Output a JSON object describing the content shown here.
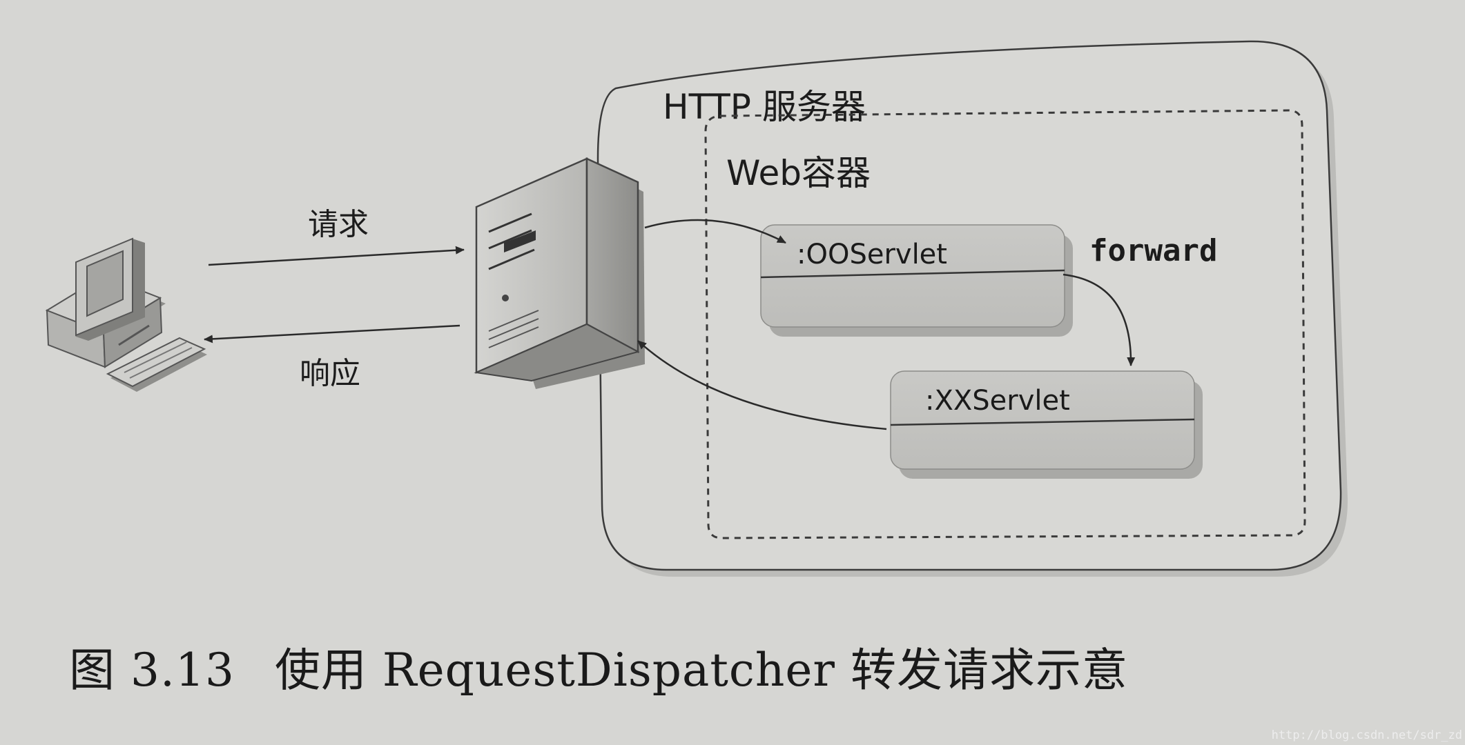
{
  "http_server": {
    "label": "HTTP 服务器"
  },
  "web_container": {
    "label": "Web容器"
  },
  "client": {
    "request_label": "请求",
    "response_label": "响应"
  },
  "servlets": {
    "oo": {
      "name": ":OOServlet"
    },
    "xx": {
      "name": ":XXServlet"
    },
    "forward_label": "forward"
  },
  "caption": {
    "figure_number": "图 3.13",
    "text": "使用 RequestDispatcher 转发请求示意"
  },
  "watermark": "http://blog.csdn.net/sdr_zd",
  "colors": {
    "background": "#d6d6d3",
    "box_fill": "#c0c0bd",
    "line": "#2a2a2a"
  }
}
